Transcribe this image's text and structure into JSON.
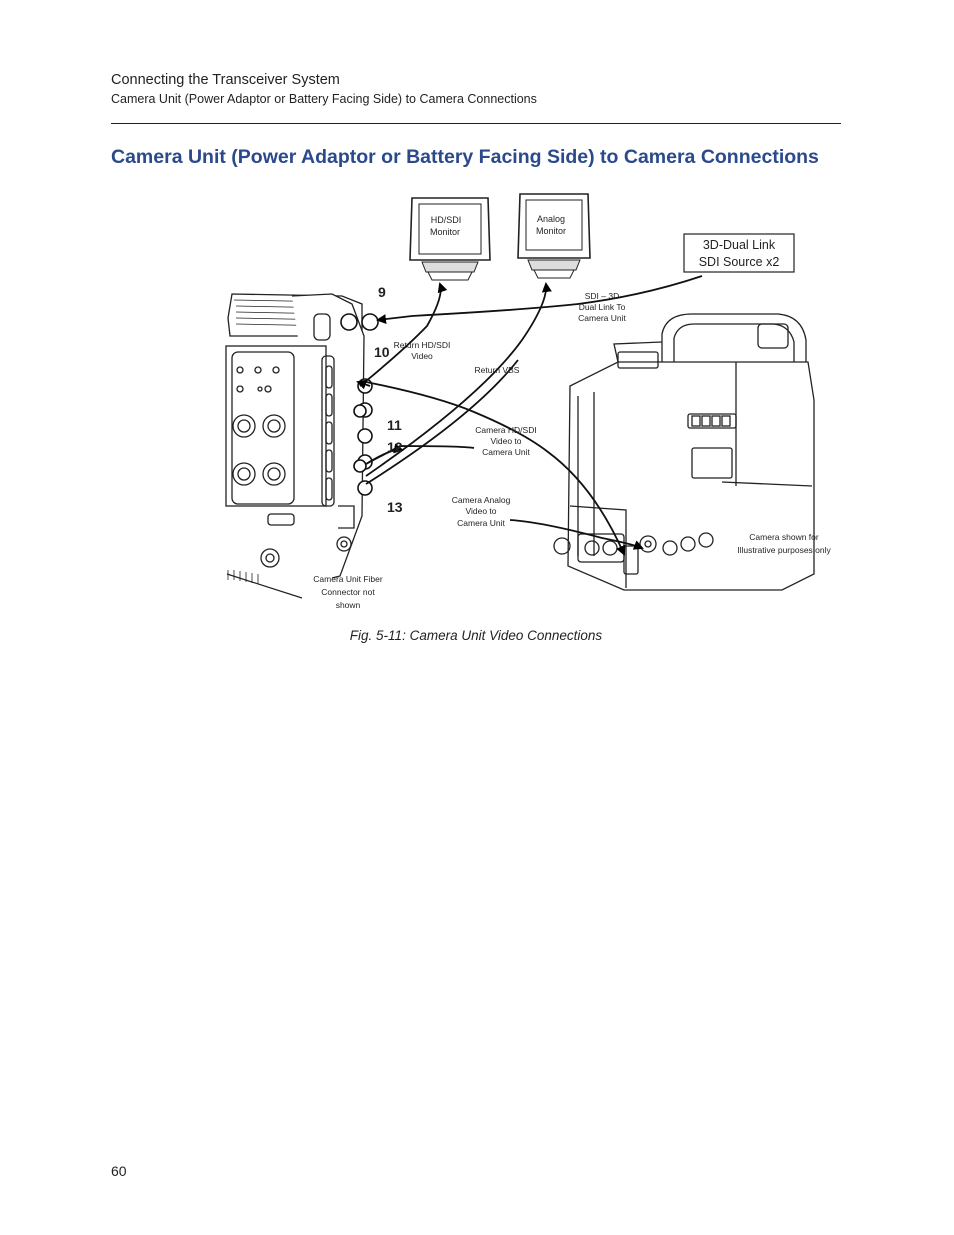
{
  "header": {
    "chapter": "Connecting the Transceiver System",
    "section": "Camera Unit (Power Adaptor or Battery Facing Side) to Camera Connections"
  },
  "page_title": "Camera Unit (Power Adaptor or Battery Facing Side) to Camera Connections",
  "figure": {
    "monitor_hd": [
      "HD/SDI",
      "Monitor"
    ],
    "monitor_analog": [
      "Analog",
      "Monitor"
    ],
    "source_box": [
      "3D-Dual Link",
      "SDI Source x2"
    ],
    "connector_numbers": {
      "n9": "9",
      "n10": "10",
      "n11": "11",
      "n12": "12",
      "n13": "13"
    },
    "labels": {
      "sdi_3d": [
        "SDI – 3D",
        "Dual Link To",
        "Camera Unit"
      ],
      "return_hd_sdi": [
        "Return HD/SDI",
        "Video"
      ],
      "return_vbs": [
        "Return VBS"
      ],
      "camera_hd_sdi": [
        "Camera HD/SDI",
        "Video to",
        "Camera Unit"
      ],
      "camera_analog": [
        "Camera Analog",
        "Video to",
        "Camera Unit"
      ],
      "camera_shown": [
        "Camera shown for",
        "Illustrative purposes only"
      ],
      "fiber_connector": [
        "Camera Unit Fiber",
        "Connector not",
        "shown"
      ]
    }
  },
  "caption": "Fig. 5-11: Camera Unit Video Connections",
  "page_number": "60"
}
